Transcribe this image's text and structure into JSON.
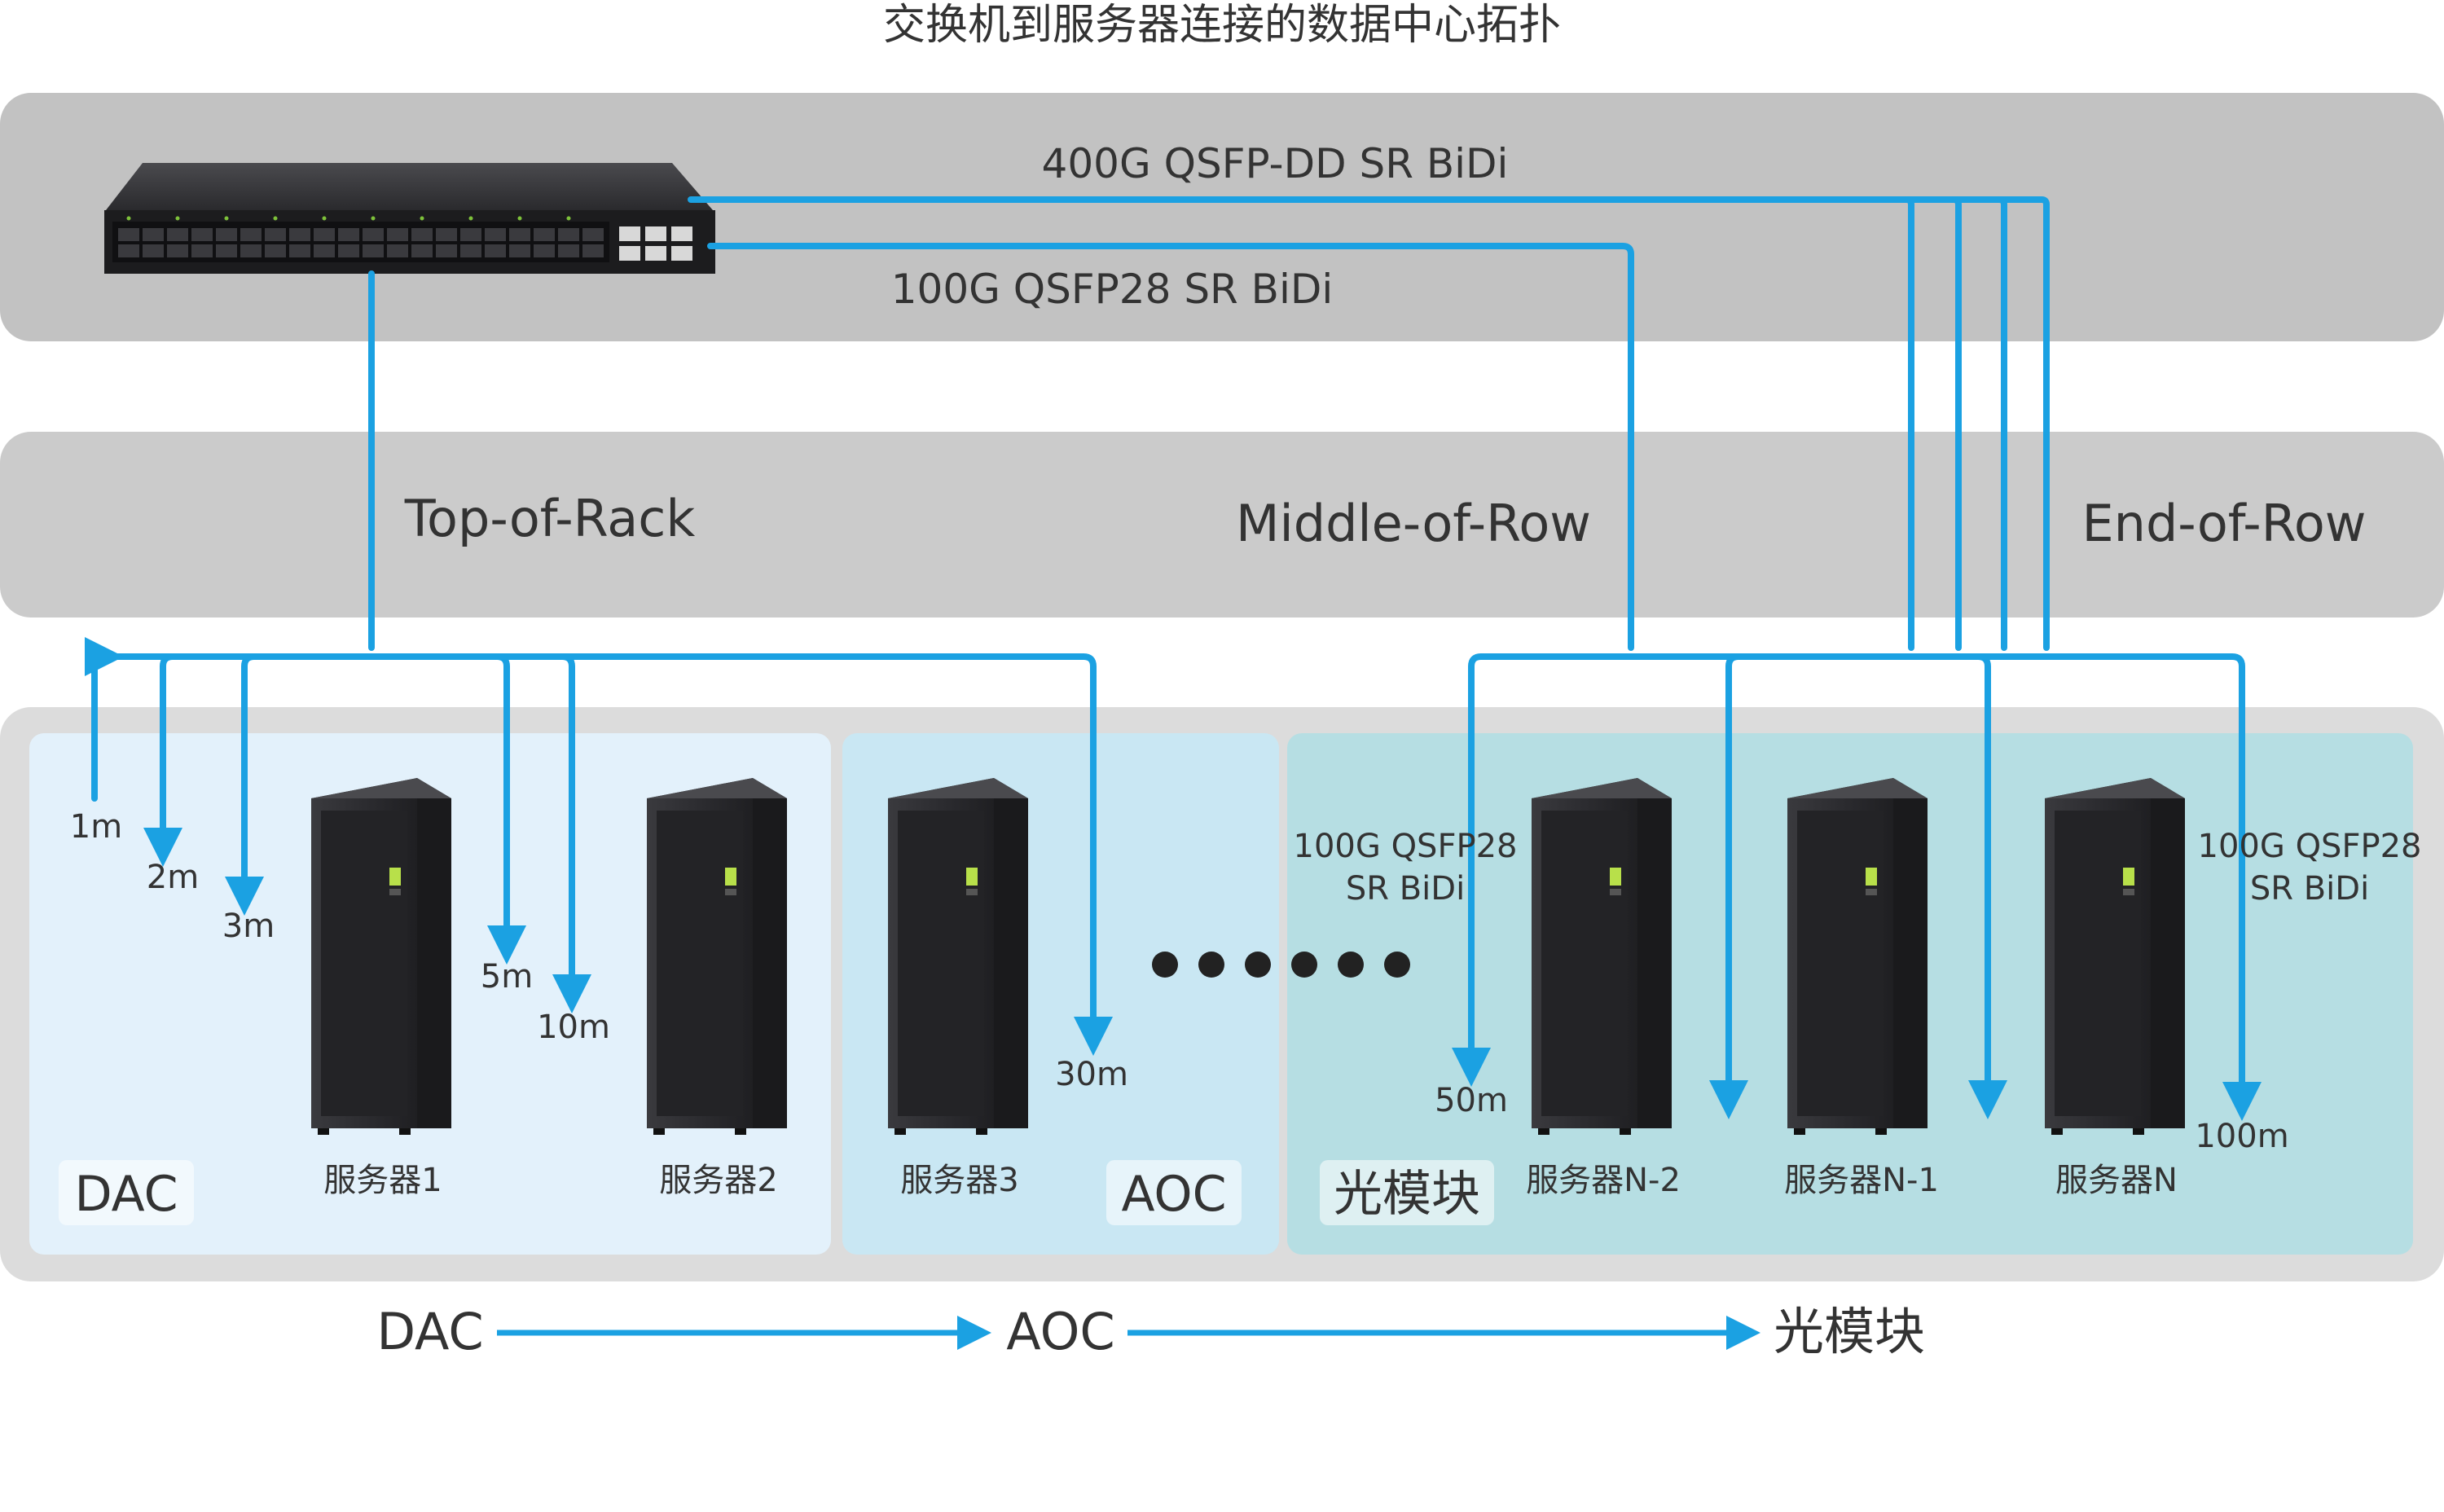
{
  "title": "交换机到服务器连接的数据中心拓扑",
  "uplinks": {
    "top": "400G QSFP-DD SR BiDi",
    "bottom": "100G QSFP28 SR BiDi"
  },
  "layers": {
    "tor": "Top-of-Rack",
    "mor": "Middle-of-Row",
    "eor": "End-of-Row"
  },
  "distances": {
    "d1": "1m",
    "d2": "2m",
    "d3": "3m",
    "d5": "5m",
    "d10": "10m",
    "d30": "30m",
    "d50": "50m",
    "d100": "100m"
  },
  "zones": {
    "dac": "DAC",
    "aoc": "AOC",
    "optical": "光模块"
  },
  "servers": {
    "s1": "服务器1",
    "s2": "服务器2",
    "s3": "服务器3",
    "sn2": "服务器N-2",
    "sn1": "服务器N-1",
    "sn": "服务器N"
  },
  "transceiver_note": {
    "line1": "100G QSFP28",
    "line2": "SR BiDi"
  },
  "flow": {
    "step1": "DAC",
    "step2": "AOC",
    "step3": "光模块"
  },
  "colors": {
    "link": "#1ba1e2",
    "band_dark": "#bfbfbf",
    "band_light": "#cccccc",
    "dac_zone": "#e3f1fb",
    "aoc_zone": "#c9e7f3",
    "optical_zone": "#b6dee3",
    "rack": "#2f2f33"
  },
  "icons": {
    "switch": "network-switch-icon",
    "rack": "server-rack-icon"
  }
}
